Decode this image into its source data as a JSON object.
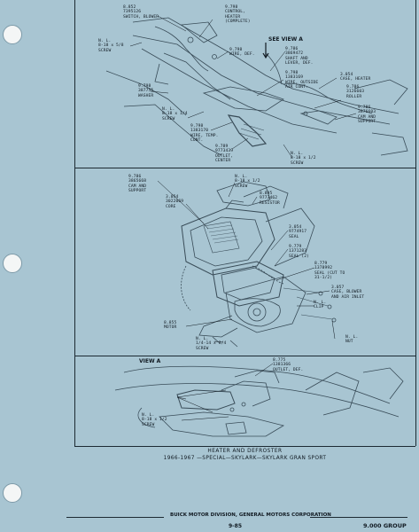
{
  "title": "HEATER AND DEFROSTER",
  "subtitle": "1966-1967 —SPECIAL—SKYLARK—SKYLARK GRAN SPORT",
  "footer": {
    "corporation": "BUICK MOTOR DIVISION, GENERAL MOTORS CORPORATION",
    "page_number": "9-85",
    "group": "9.000 GROUP"
  },
  "view_labels": {
    "see_view_a": "SEE VIEW A",
    "view_a": "VIEW A"
  },
  "upper_callouts": [
    {
      "id": "switch-blower",
      "text": "8.852\n7395126\nSWITCH, BLOWER"
    },
    {
      "id": "control-heater",
      "text": "9.798\nCONTROL,\nHEATER\n(COMPLETE)"
    },
    {
      "id": "screw-upper-1",
      "text": "N. L.\n8-18 x 5/8\nSCREW"
    },
    {
      "id": "wire-def",
      "text": "9.798\nWIRE, DEF."
    },
    {
      "id": "shaft-lever",
      "text": "9.786\n3869472\nSHAFT AND\nLEVER, DEF."
    },
    {
      "id": "wire-outside-air",
      "text": "9.798\n1383169\nWIRE, OUTSIDE\nAIR CONT."
    },
    {
      "id": "case-heater",
      "text": "3.054\nCASE, HEATER"
    },
    {
      "id": "washer",
      "text": "9.798\n387755\nWASHER"
    },
    {
      "id": "roller",
      "text": "9.786\n3126603\nROLLER"
    },
    {
      "id": "cam-support-upper",
      "text": "9.786\n3876603\nCAM AND\nSUPPORT"
    },
    {
      "id": "screw-upper-2",
      "text": "N. L.\n8-18 x 1/4\nSCREW"
    },
    {
      "id": "wire-temp",
      "text": "9.798\n1383170\nWIRE, TEMP.\nCONT."
    },
    {
      "id": "outlet-center",
      "text": "9.789\n9773439\nOUTLET,\nCENTER"
    },
    {
      "id": "screw-upper-3",
      "text": "N. L.\n8-18 x 1/2\nSCREW"
    }
  ],
  "middle_callouts": [
    {
      "id": "cam-support-mid",
      "text": "9.786\n3865668\nCAM AND\nSUPPORT"
    },
    {
      "id": "screw-mid-1",
      "text": "N. L.\n8-18 x 1/2\nSCREW"
    },
    {
      "id": "resistor",
      "text": "8.895\n9773462\nRESISTOR"
    },
    {
      "id": "core",
      "text": "3.054\n3022069\nCORE"
    },
    {
      "id": "seal-1",
      "text": "3.054\n9774917\nSEAL"
    },
    {
      "id": "seal-2",
      "text": "9.779\n1371283\nSEAL (2)"
    },
    {
      "id": "seal-cut",
      "text": "8.779\n1378992\nSEAL (CUT TO\n31-1/2)"
    },
    {
      "id": "case-blower",
      "text": "3.057\nCASE, BLOWER\nAND AIR INLET"
    },
    {
      "id": "clip",
      "text": "N. L.\nCLIP"
    },
    {
      "id": "motor",
      "text": "8.855\nMOTOR"
    },
    {
      "id": "screw-mid-2",
      "text": "N. L.\n1/4-14 x 3/4\nSCREW"
    },
    {
      "id": "nut",
      "text": "N. L.\nNUT"
    }
  ],
  "lower_callouts": [
    {
      "id": "outlet-def",
      "text": "8.775\n1381366\nOUTLET, DEF."
    },
    {
      "id": "screw-lower",
      "text": "N. L.\n8-18 x 1/2\nSCREW"
    }
  ]
}
